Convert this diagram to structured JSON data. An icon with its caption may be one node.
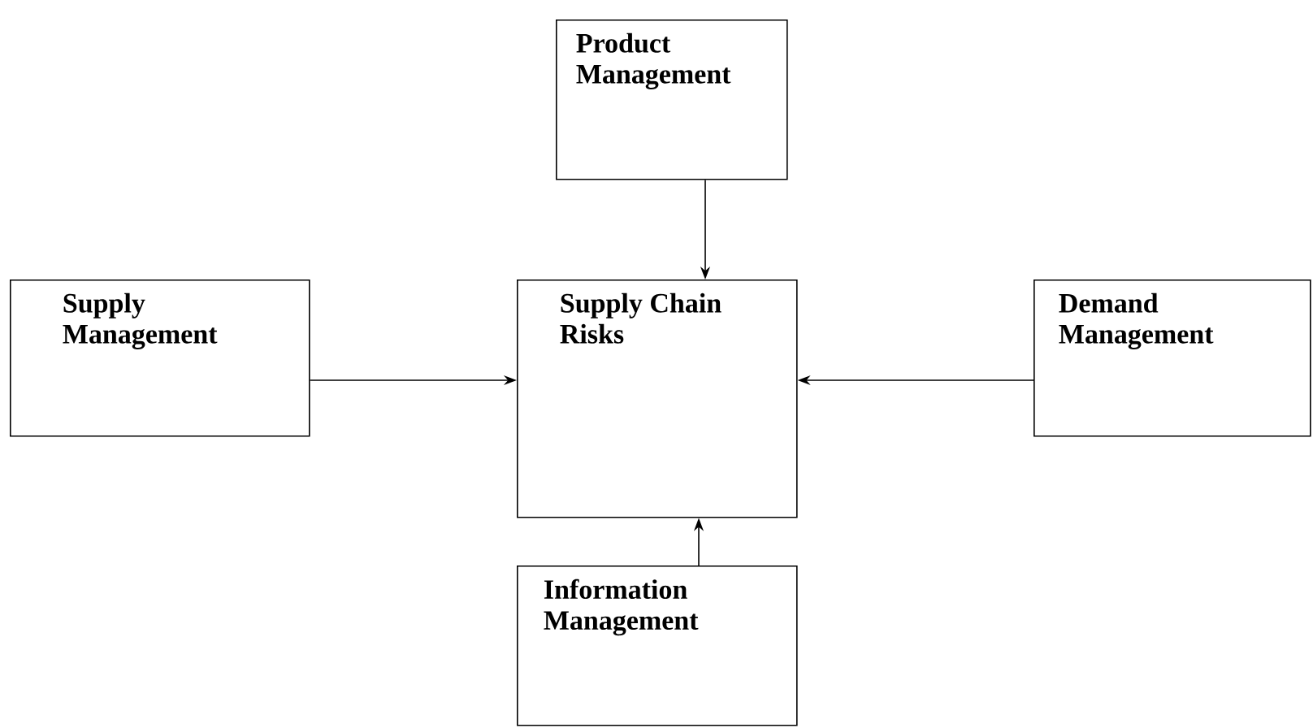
{
  "diagram": {
    "nodes": [
      {
        "text": [
          "Product Management"
        ]
      },
      {
        "text": [
          "Supply Management"
        ]
      },
      {
        "text": [
          "Supply Chain Risks"
        ]
      },
      {
        "text": [
          "Demand Management"
        ]
      },
      {
        "text": [
          "Information Management"
        ]
      }
    ],
    "edges": [
      {
        "from": 0,
        "to": 2,
        "arrow": "to"
      },
      {
        "from": 1,
        "to": 2,
        "arrow": "to"
      },
      {
        "from": 3,
        "to": 2,
        "arrow": "to"
      },
      {
        "from": 4,
        "to": 2,
        "arrow": "to"
      }
    ]
  }
}
